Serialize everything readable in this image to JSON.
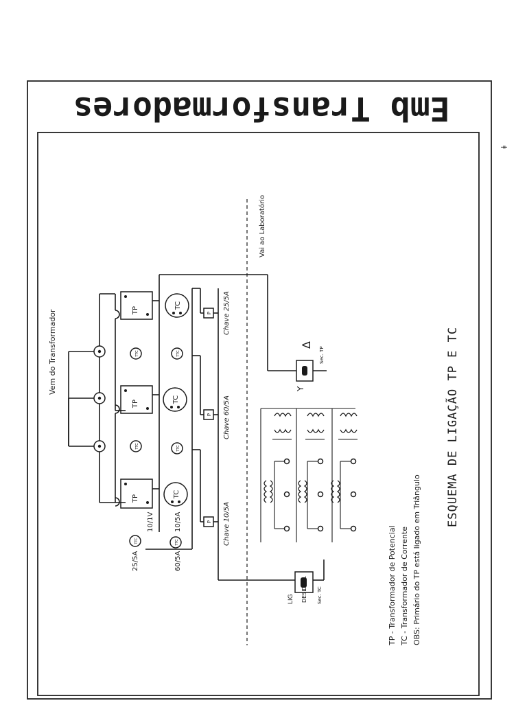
{
  "header": {
    "title": "Emb Transformadores"
  },
  "labels": {
    "vem_do_transformador": "Vem do Transformador",
    "vai_ao_laboratorio": "Vai ao Laboratório",
    "tp": "TP",
    "tc": "TC",
    "chave_25": "Chave 25/5A",
    "chave_60": "Chave 60/5A",
    "chave_10": "Chave 10/5A",
    "sec_tp": "Sec. TP",
    "sec_tc": "Sec. TC",
    "lig": "LIG",
    "desl": "DESL",
    "desl2": "DESL",
    "r25": "25/5A",
    "r60": "60/5A",
    "r10v": "10/1V",
    "r10a": "10/5A",
    "ttc": "TTC",
    "p": "P",
    "delta": "Δ",
    "y": "Y"
  },
  "notes": [
    "TP - Transformador de Potencial",
    "TC - Transformador de Corrente",
    "OBS: Primário do TP está ligado em Triângulo"
  ],
  "schema_title": "ESQUEMA DE LIGAÇÃO TP E TC",
  "page_mark": "ǂ"
}
